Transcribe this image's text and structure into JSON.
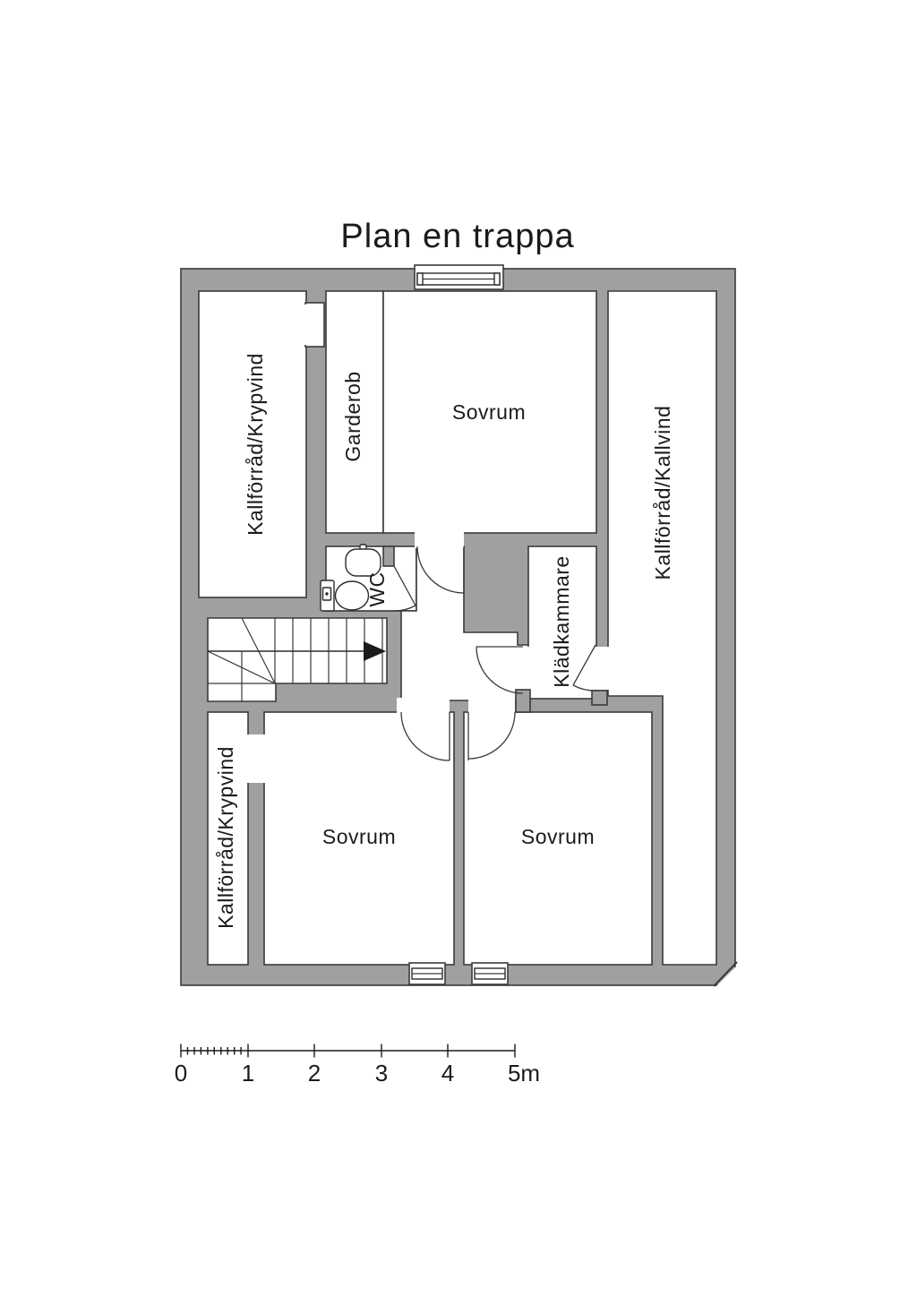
{
  "title": "Plan en trappa",
  "rooms": {
    "storage_top_left": {
      "label": "Kallförråd/Krypvind"
    },
    "garderob": {
      "label": "Garderob"
    },
    "sovrum_top": {
      "label": "Sovrum"
    },
    "kallvind": {
      "label": "Kallförråd/Kallvind"
    },
    "wc": {
      "label": "WC"
    },
    "kladkammare": {
      "label": "Klädkammare"
    },
    "storage_bottom_left": {
      "label": "Kallförråd/Krypvind"
    },
    "sovrum_bottom_left": {
      "label": "Sovrum"
    },
    "sovrum_bottom_right": {
      "label": "Sovrum"
    }
  },
  "scale_bar": {
    "labels": [
      "0",
      "1",
      "2",
      "3",
      "4",
      "5m"
    ]
  },
  "colors": {
    "wall": "#a0a0a0",
    "outline": "#3a3a3a",
    "text": "#1b1b1b",
    "background": "#ffffff"
  }
}
